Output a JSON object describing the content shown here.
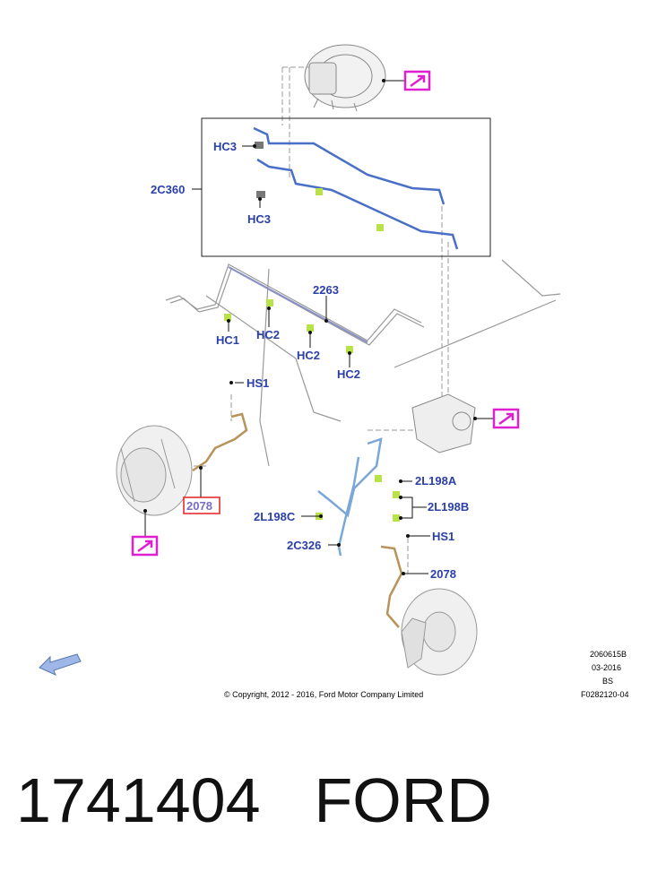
{
  "callouts": {
    "hc3_top": "HC3",
    "hc3_bottom": "HC3",
    "c2c360": "2C360",
    "c2263": "2263",
    "hc1": "HC1",
    "hc2_a": "HC2",
    "hc2_b": "HC2",
    "hc2_c": "HC2",
    "hs1_left": "HS1",
    "c2078_left": "2078",
    "c2l198a": "2L198A",
    "c2l198b": "2L198B",
    "c2l198c": "2L198C",
    "c2c326": "2C326",
    "hs1_right": "HS1",
    "c2078_right": "2078"
  },
  "meta": {
    "copyright": "© Copyright, 2012 - 2016, Ford Motor Company Limited",
    "code1": "2060615B",
    "date": "03-2016",
    "region": "BS",
    "ref": "F0282120-04"
  },
  "caption": {
    "part_number": "1741404",
    "brand": "FORD"
  },
  "icons": [
    "reference-arrow-icon",
    "direction-arrow-icon"
  ],
  "colors": {
    "callout_text": "#2b3fa8",
    "brake_line_blue": "#4a6fc7",
    "brake_hose_tan": "#b8935a",
    "clip_green": "#b9e24a",
    "reference_magenta": "#e020d0",
    "highlight_box_red": "#e02020"
  }
}
